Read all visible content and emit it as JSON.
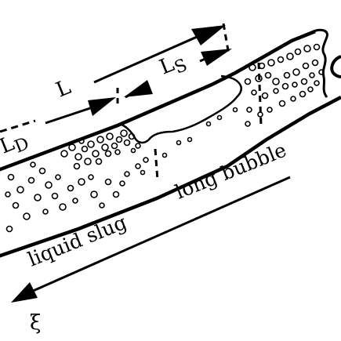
{
  "labels": {
    "L": "L",
    "LS_main": "L",
    "LS_sub": "S",
    "LD_main": "L",
    "LD_sub": "D",
    "long_bubble": "long bubble",
    "liquid_slug": "liquid slug",
    "xi": "ξ"
  },
  "colors": {
    "ink": "#000000",
    "background": "#ffffff"
  }
}
